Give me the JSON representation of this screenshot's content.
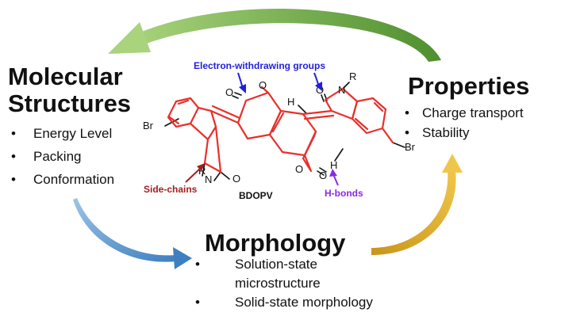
{
  "diagram": {
    "molecular_structures": {
      "title_line1": "Molecular",
      "title_line2": "Structures",
      "items": [
        "Energy Level",
        "Packing",
        "Conformation"
      ]
    },
    "properties": {
      "title": "Properties",
      "items": [
        "Charge transport",
        "Stability"
      ]
    },
    "morphology": {
      "title": "Morphology",
      "item1_line1": "Solution-state",
      "item1_line2": "microstructure",
      "item2": "Solid-state morphology"
    },
    "annotations": {
      "electron_withdrawing": "Electron-withdrawing groups",
      "side_chains": "Side-chains",
      "h_bonds": "H-bonds",
      "molecule_name": "BDOPV"
    },
    "atoms": {
      "br": "Br",
      "o": "O",
      "n": "N",
      "r": "R",
      "h": "H"
    },
    "colors": {
      "arrow_green": "#6aa84f",
      "arrow_blue": "#5b9bd5",
      "arrow_gold": "#d9a521",
      "structure_red": "#e8302a",
      "label_blue": "#1f1fe0",
      "label_darkred": "#a32020",
      "label_purple": "#8a2be2"
    }
  }
}
